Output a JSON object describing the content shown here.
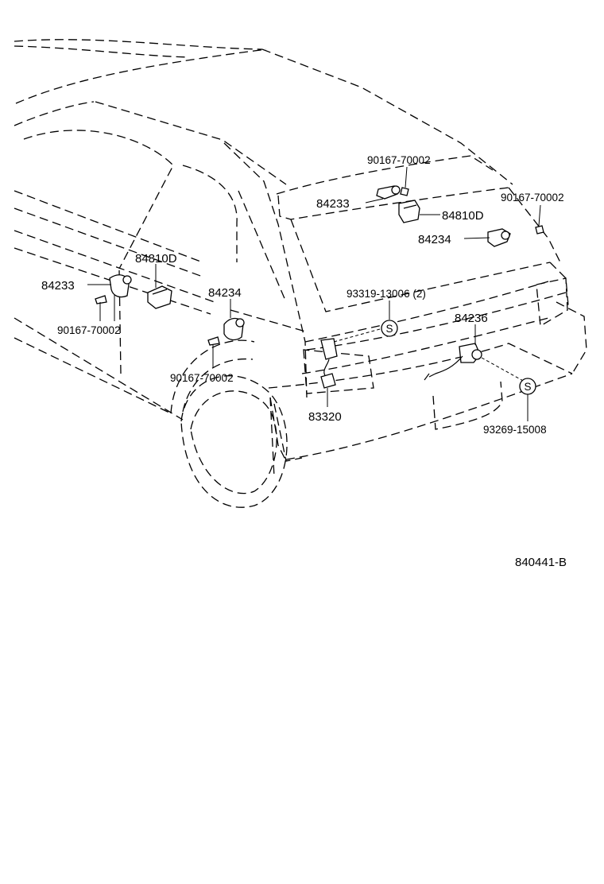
{
  "callouts": {
    "c1": "90167-70002",
    "c2": "84233",
    "c3": "84810D",
    "c4": "90167-70002",
    "c5": "84234",
    "c6": "84810D",
    "c7": "84233",
    "c8": "90167-70002",
    "c9": "84234",
    "c10": "93319-13006 (2)",
    "c11": "84236",
    "c12": "90167-70002",
    "c13": "83320",
    "c14": "93269-15008"
  },
  "symbols": {
    "s1": "S",
    "s2": "S"
  },
  "figure_id": "840441-B"
}
